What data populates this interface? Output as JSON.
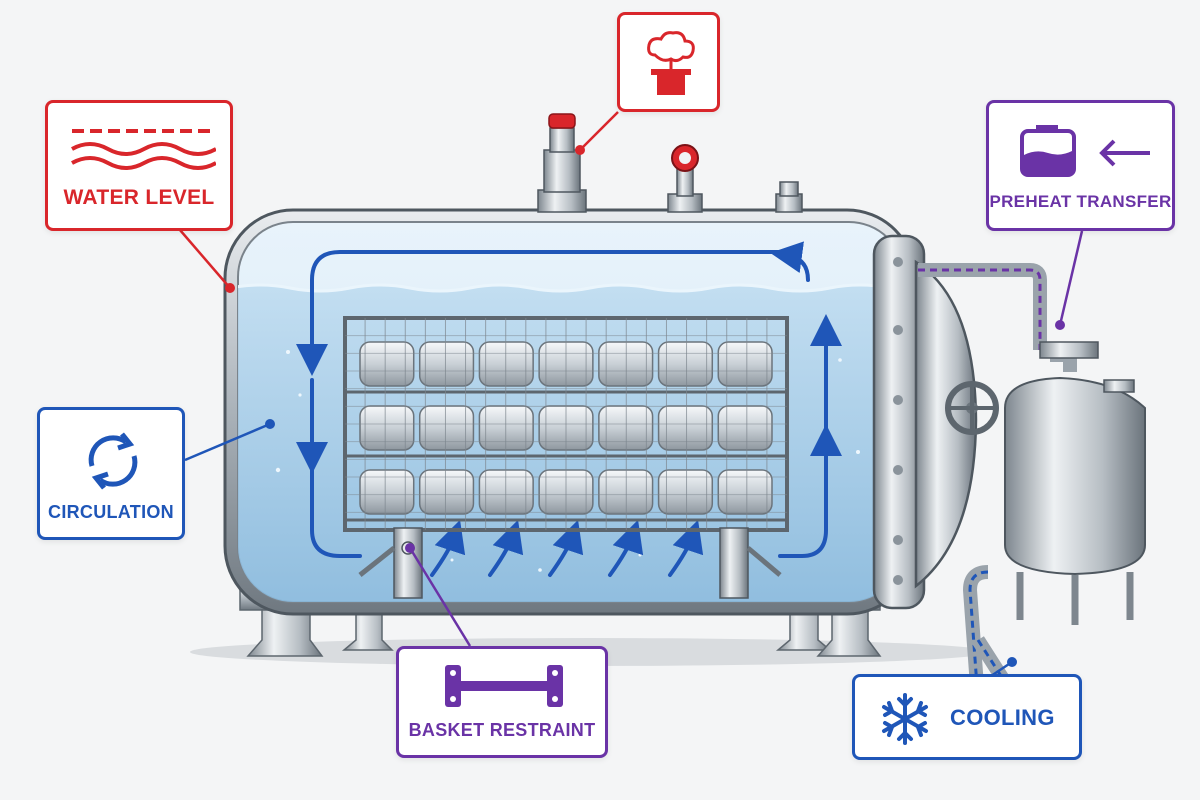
{
  "colors": {
    "red": "#d9262b",
    "blue": "#1f56b8",
    "purple": "#6a33a6",
    "water": "#a9d2ec",
    "steel": "#9aa3ab"
  },
  "callouts": {
    "water_level": {
      "label": "WATER LEVEL",
      "icon": "water-waves-icon"
    },
    "steam_vent": {
      "icon": "steam-vent-icon"
    },
    "preheat": {
      "label": "PREHEAT TRANSFER",
      "icon": "tank-arrow-icon"
    },
    "circulation": {
      "label": "CIRCULATION",
      "icon": "circular-arrows-icon"
    },
    "basket": {
      "label": "BASKET RESTRAINT",
      "icon": "restraint-bracket-icon"
    },
    "cooling": {
      "label": "COOLING",
      "icon": "snowflake-icon"
    }
  },
  "basket": {
    "rows": 3,
    "pouches_per_row": 7
  }
}
